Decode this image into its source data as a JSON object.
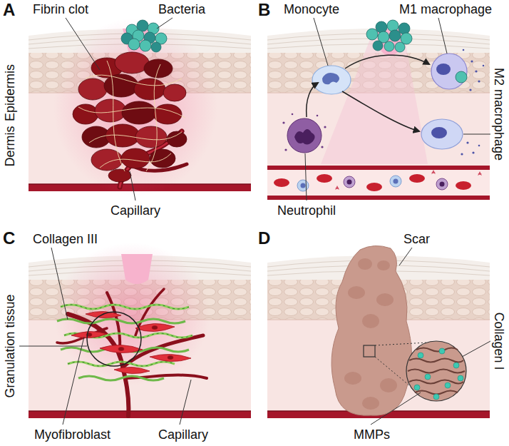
{
  "diagram": {
    "labels": [
      "A",
      "Fibrin clot",
      "Bacteria",
      "Epidermis",
      "Dermis",
      "Capillary",
      "B",
      "Monocyte",
      "M1 macrophage",
      "M2 macrophage",
      "Neutrophil",
      "C",
      "Collagen III",
      "Granulation tissue",
      "Myofibroblast",
      "Capillary",
      "D",
      "Scar",
      "Collagen I",
      "MMPs"
    ]
  }
}
